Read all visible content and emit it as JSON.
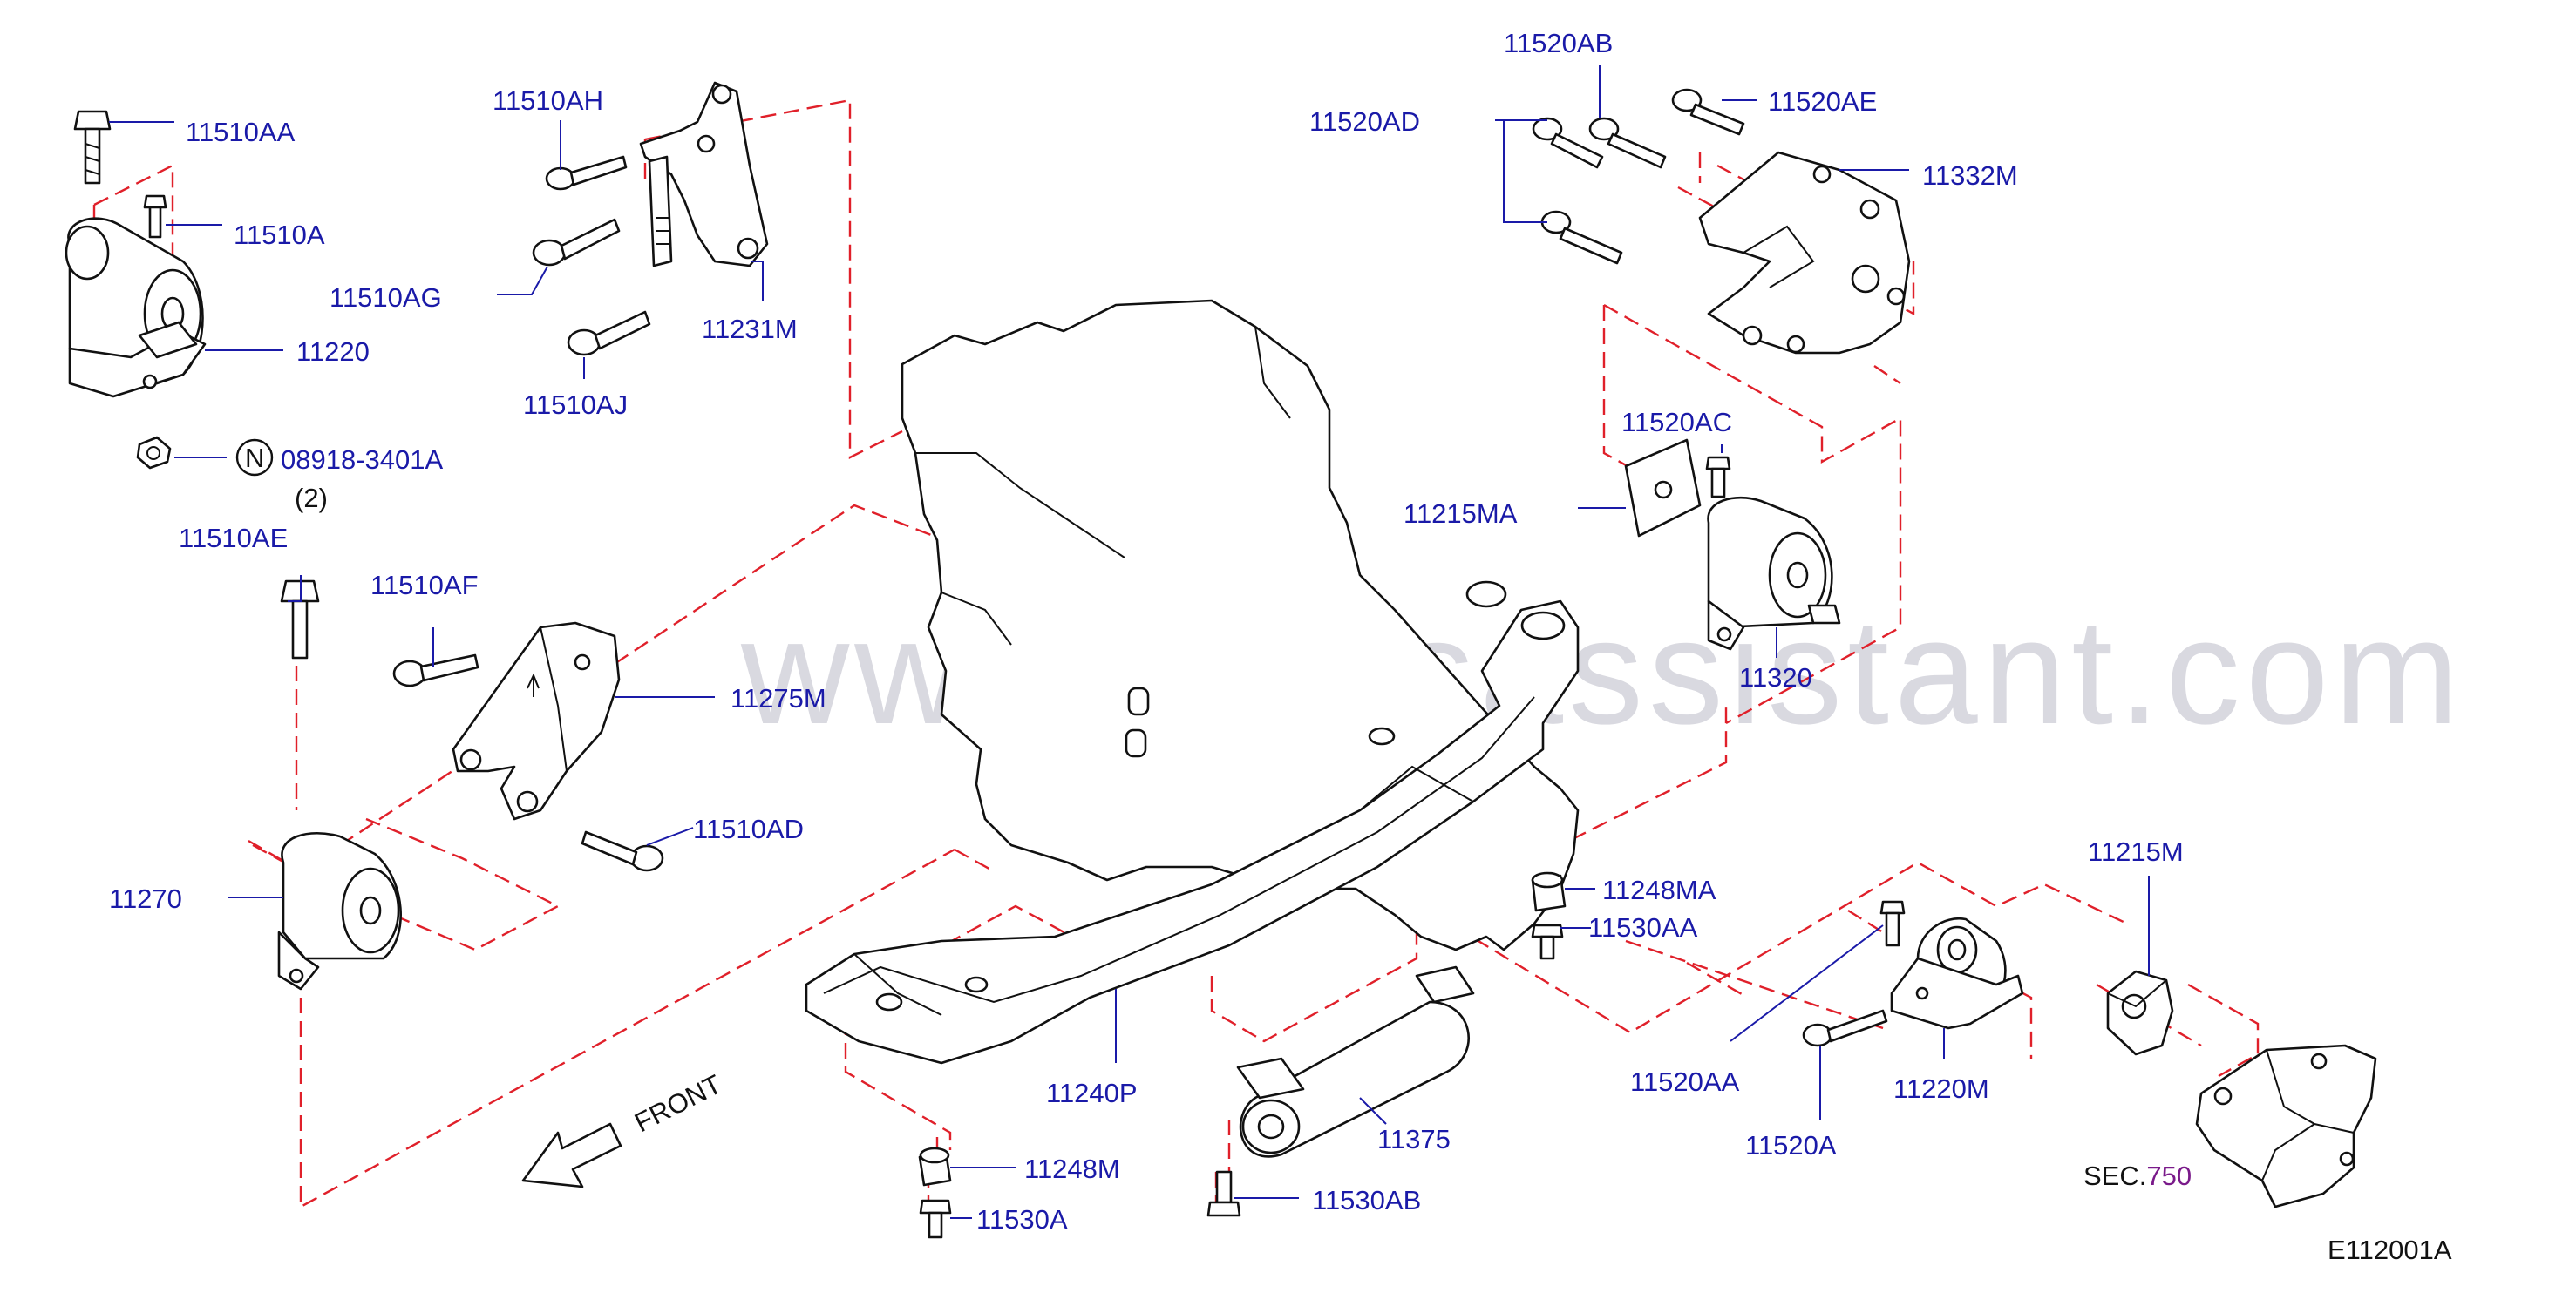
{
  "watermark": "www.partsassistant.com",
  "diagram_id": "E112001A",
  "front_label": "FRONT",
  "sec_ref": {
    "prefix": "SEC.",
    "number": "750"
  },
  "nut_symbol": "N",
  "nut_qty": "(2)",
  "colors": {
    "label": "#1a1aa8",
    "dash": "#e0202a",
    "outline": "#111111",
    "sec_number": "#7a1a8a"
  },
  "labels": {
    "l11510AA": "11510AA",
    "l11510A": "11510A",
    "l11220": "11220",
    "l08918": "08918-3401A",
    "l11510AH": "11510AH",
    "l11510AG": "11510AG",
    "l11231M": "11231M",
    "l11510AJ": "11510AJ",
    "l11510AE": "11510AE",
    "l11510AF": "11510AF",
    "l11275M": "11275M",
    "l11510AD": "11510AD",
    "l11270": "11270",
    "l11520AB": "11520AB",
    "l11520AD": "11520AD",
    "l11520AE": "11520AE",
    "l11332M": "11332M",
    "l11520AC": "11520AC",
    "l11215MA": "11215MA",
    "l11320": "11320",
    "l11248MA": "11248MA",
    "l11530AA": "11530AA",
    "l11215M": "11215M",
    "l11520AA": "11520AA",
    "l11220M": "11220M",
    "l11520A": "11520A",
    "l11240P": "11240P",
    "l11375": "11375",
    "l11530AB": "11530AB",
    "l11248M": "11248M",
    "l11530A": "11530A"
  }
}
